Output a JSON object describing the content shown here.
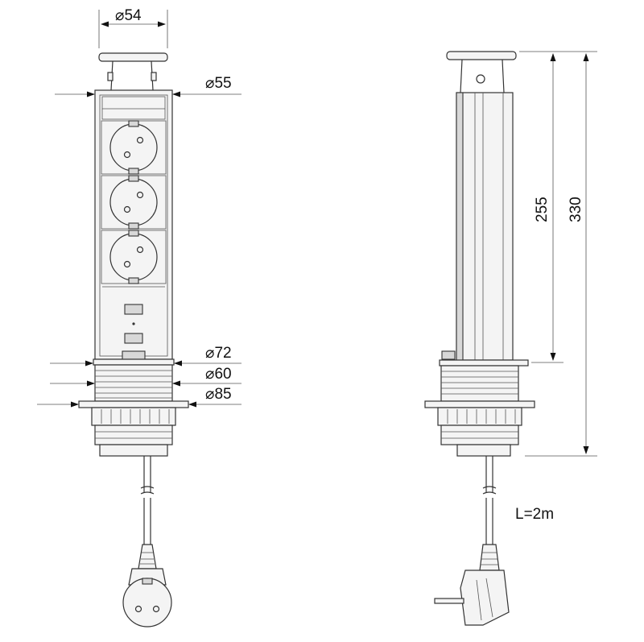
{
  "front_view": {
    "dimensions": {
      "cap": "⌀54",
      "column": "⌀55",
      "flange": "⌀72",
      "thread": "⌀60",
      "collar": "⌀85"
    }
  },
  "side_view": {
    "dimensions": {
      "column_height": "255",
      "total_height": "330",
      "cable_length": "L=2m"
    }
  }
}
